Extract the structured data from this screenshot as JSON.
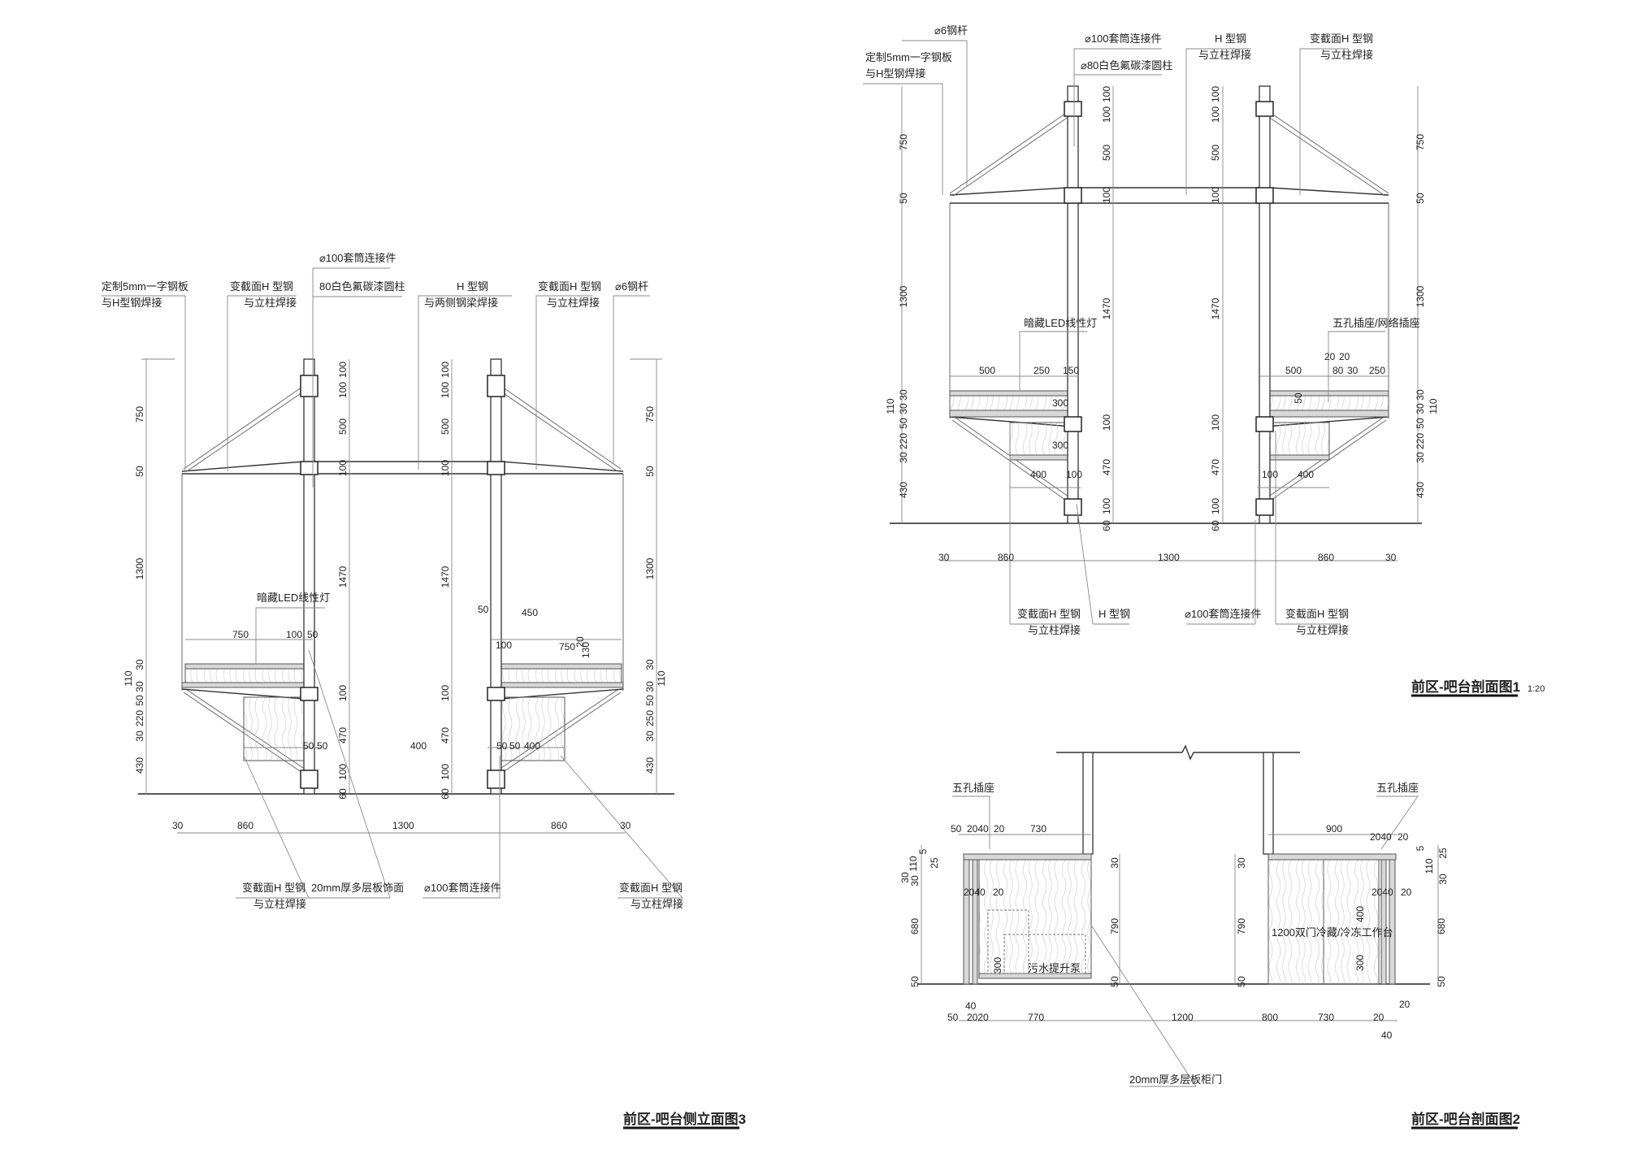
{
  "drawings": {
    "elevation3": {
      "title": "前区-吧台侧立面图3",
      "labels": [
        "定制5mm一字钢板",
        "与H型钢焊接",
        "变截面H 型钢",
        "与立柱焊接",
        "⌀100套筒连接件",
        "80白色氟碳漆圆柱",
        "H 型钢",
        "与两侧钢梁焊接",
        "变截面H 型钢",
        "与立柱焊接",
        "⌀6钢杆",
        "暗藏LED线性灯",
        "变截面H 型钢",
        "与立柱焊接",
        "20mm厚多层板饰面",
        "⌀100套筒连接件",
        "变截面H 型钢",
        "与立柱焊接"
      ],
      "dims": [
        "30",
        "860",
        "1300",
        "860",
        "30",
        "750",
        "50",
        "1300",
        "30",
        "110",
        "30",
        "50",
        "220",
        "30",
        "430",
        "750",
        "50",
        "1300",
        "30",
        "110",
        "30",
        "50",
        "250",
        "30",
        "430",
        "100",
        "100",
        "500",
        "100",
        "1470",
        "100",
        "470",
        "100",
        "60",
        "100",
        "100",
        "500",
        "100",
        "1470",
        "100",
        "470",
        "100",
        "60",
        "750",
        "100",
        "50",
        "450",
        "50",
        "100",
        "750",
        "130",
        "20",
        "400",
        "50",
        "50",
        "400",
        "50",
        "50"
      ]
    },
    "section1": {
      "title": "前区-吧台剖面图1",
      "scale": "1:20",
      "labels": [
        "⌀6钢杆",
        "定制5mm一字钢板",
        "与H型钢焊接",
        "⌀100套筒连接件",
        "⌀80白色氟碳漆圆柱",
        "H 型钢",
        "与立柱焊接",
        "变截面H 型钢",
        "与立柱焊接",
        "暗藏LED线性灯",
        "五孔插座/网络插座",
        "变截面H 型钢",
        "与立柱焊接",
        "H 型钢",
        "⌀100套筒连接件",
        "变截面H 型钢",
        "与立柱焊接"
      ],
      "dims": [
        "30",
        "860",
        "1300",
        "860",
        "30",
        "750",
        "50",
        "1300",
        "30",
        "110",
        "30",
        "50",
        "220",
        "30",
        "430",
        "750",
        "50",
        "1300",
        "30",
        "110",
        "30",
        "50",
        "220",
        "30",
        "430",
        "100",
        "100",
        "500",
        "100",
        "1470",
        "100",
        "470",
        "100",
        "60",
        "100",
        "100",
        "500",
        "100",
        "1470",
        "100",
        "470",
        "100",
        "60",
        "500",
        "250",
        "150",
        "300",
        "300",
        "400",
        "100",
        "20",
        "20",
        "80",
        "30",
        "500",
        "250",
        "50",
        "100",
        "400"
      ]
    },
    "section2": {
      "title": "前区-吧台剖面图2",
      "labels": [
        "五孔插座",
        "五孔插座",
        "1200双门冷藏/冷冻工作台",
        "污水提升泵",
        "20mm厚多层板柜门"
      ],
      "dims": [
        "50",
        "2040",
        "20",
        "730",
        "900",
        "2040",
        "20",
        "30",
        "110",
        "5",
        "25",
        "30",
        "680",
        "50",
        "2040",
        "20",
        "300",
        "30",
        "790",
        "50",
        "30",
        "790",
        "50",
        "2040",
        "20",
        "400",
        "300",
        "110",
        "5",
        "25",
        "30",
        "680",
        "50",
        "50",
        "40",
        "2020",
        "770",
        "1200",
        "800",
        "730",
        "20",
        "20",
        "40"
      ]
    }
  }
}
